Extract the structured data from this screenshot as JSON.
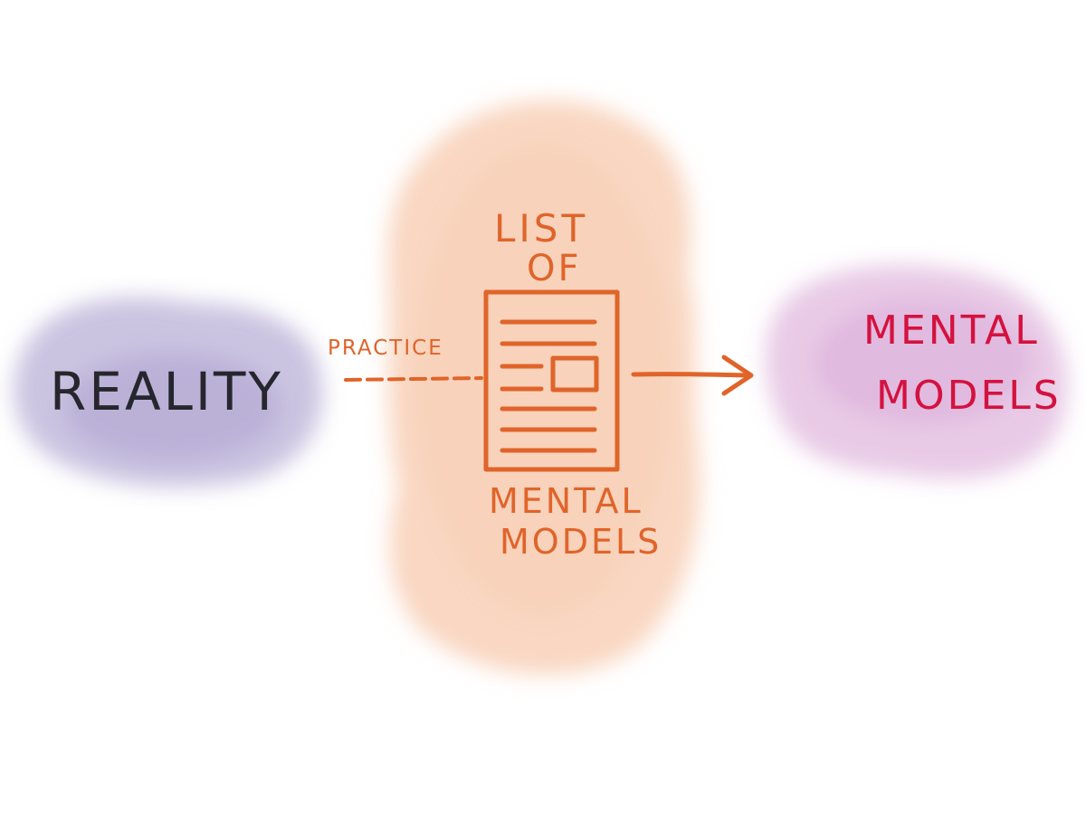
{
  "diagram": {
    "source_node": {
      "label": "REALITY",
      "color": "#26262e",
      "cloud_color": "#a99ccd"
    },
    "edge_label": {
      "label": "PRACTICE",
      "color": "#e0642a"
    },
    "middle_node": {
      "label_top_line1": "LIST",
      "label_top_line2": "OF",
      "label_bottom_line1": "MENTAL",
      "label_bottom_line2": "MODELS",
      "color": "#e0642a",
      "cloud_color": "#f7c9ad",
      "icon": "document-list-icon"
    },
    "target_node": {
      "label_line1": "MENTAL",
      "label_line2": "MODELS",
      "color": "#d4123f",
      "cloud_color": "#d9a6d6"
    },
    "arrow": {
      "color": "#e0642a",
      "icon": "arrow-right-icon"
    }
  }
}
